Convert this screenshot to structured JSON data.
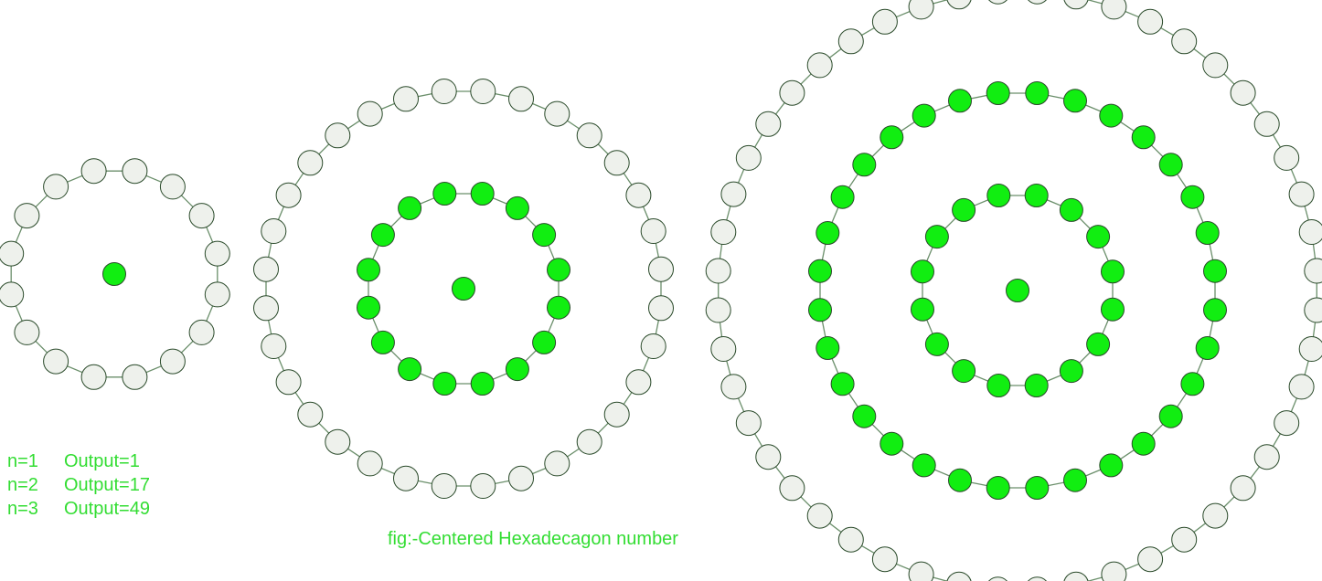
{
  "diagram": {
    "figures": [
      {
        "name": "n=1 figure",
        "n": 1
      },
      {
        "name": "n=2 figure",
        "n": 2
      },
      {
        "name": "n=3 figure",
        "n": 3
      }
    ],
    "sides": 16
  },
  "legend": [
    {
      "n": "n=1",
      "output": "Output=1"
    },
    {
      "n": "n=2",
      "output": "Output=17"
    },
    {
      "n": "n=3",
      "output": "Output=49"
    }
  ],
  "caption": "fig:-Centered Hexadecagon number",
  "colors": {
    "filled": "#11ee11",
    "empty": "#eef1ec",
    "stroke": "#2a4a2a",
    "edge": "#6b8f6b",
    "text": "#33dd33"
  }
}
